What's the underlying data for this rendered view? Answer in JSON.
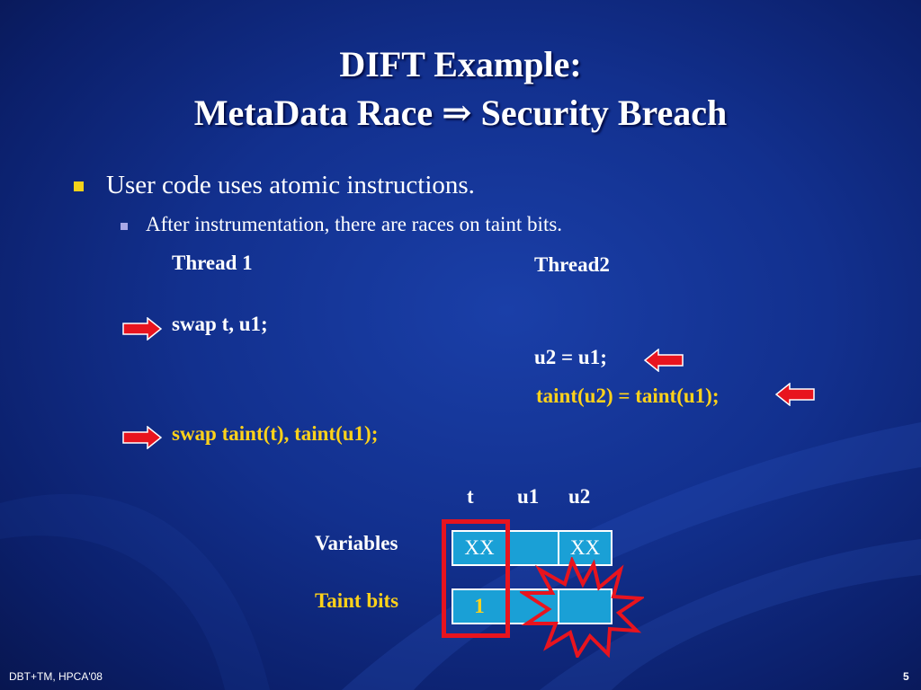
{
  "slide": {
    "title_line1": "DIFT Example:",
    "title_line2": "MetaData Race ⇒ Security Breach",
    "bullet1": "User code uses atomic instructions.",
    "bullet2": "After instrumentation, there are races on taint bits.",
    "thread1_label": "Thread 1",
    "thread2_label": "Thread2",
    "t1_line1": "swap t, u1;",
    "t2_line1": "u2 = u1;",
    "t2_line2": "taint(u2) = taint(u1);",
    "t1_line2": "swap taint(t), taint(u1);",
    "col_headers": [
      "t",
      "u1",
      "u2"
    ],
    "row_variables_label": "Variables",
    "row_taint_label": "Taint bits",
    "variables_cells": [
      "XX",
      "",
      "XX"
    ],
    "taint_cells": [
      "1",
      "",
      ""
    ],
    "footer_left": "DBT+TM, HPCA'08",
    "page_number": "5"
  },
  "colors": {
    "background": "#12308e",
    "highlight_text": "#ffd21a",
    "bullet_square": "#f2d21a",
    "cell_fill": "#1aa0d6",
    "arrow_red": "#e8141e",
    "highlight_box": "#e8141e"
  },
  "icons": [
    "right-arrow-icon",
    "left-arrow-icon",
    "explosion-burst-icon",
    "square-bullet-icon"
  ]
}
